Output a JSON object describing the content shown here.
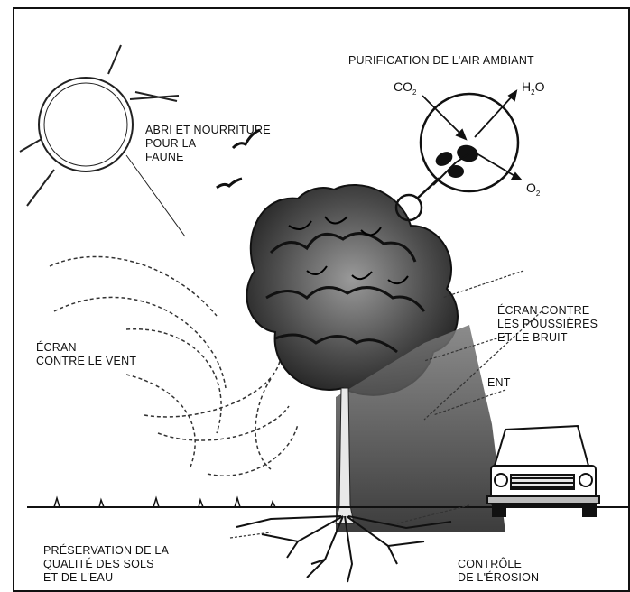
{
  "labels": {
    "purification": "PURIFICATION DE L'AIR AMBIANT",
    "faune": [
      "ABRI ET NOURRITURE",
      "POUR LA",
      "FAUNE"
    ],
    "vent": [
      "ÉCRAN",
      "CONTRE LE VENT"
    ],
    "poussieres": [
      "ÉCRAN CONTRE",
      "LES POUSSIÈRES",
      "ET LE BRUIT"
    ],
    "ent": "ENT",
    "sols": [
      "PRÉSERVATION DE LA",
      "QUALITÉ DES SOLS",
      "ET DE L'EAU"
    ],
    "erosion": [
      "CONTRÔLE",
      "DE L'ÉROSION"
    ]
  },
  "chemistry": {
    "co2": {
      "main": "CO",
      "sub": "2"
    },
    "h2o": {
      "main": "H",
      "sub": "2",
      "end": "O"
    },
    "o2": {
      "main": "O",
      "sub": "2"
    }
  }
}
